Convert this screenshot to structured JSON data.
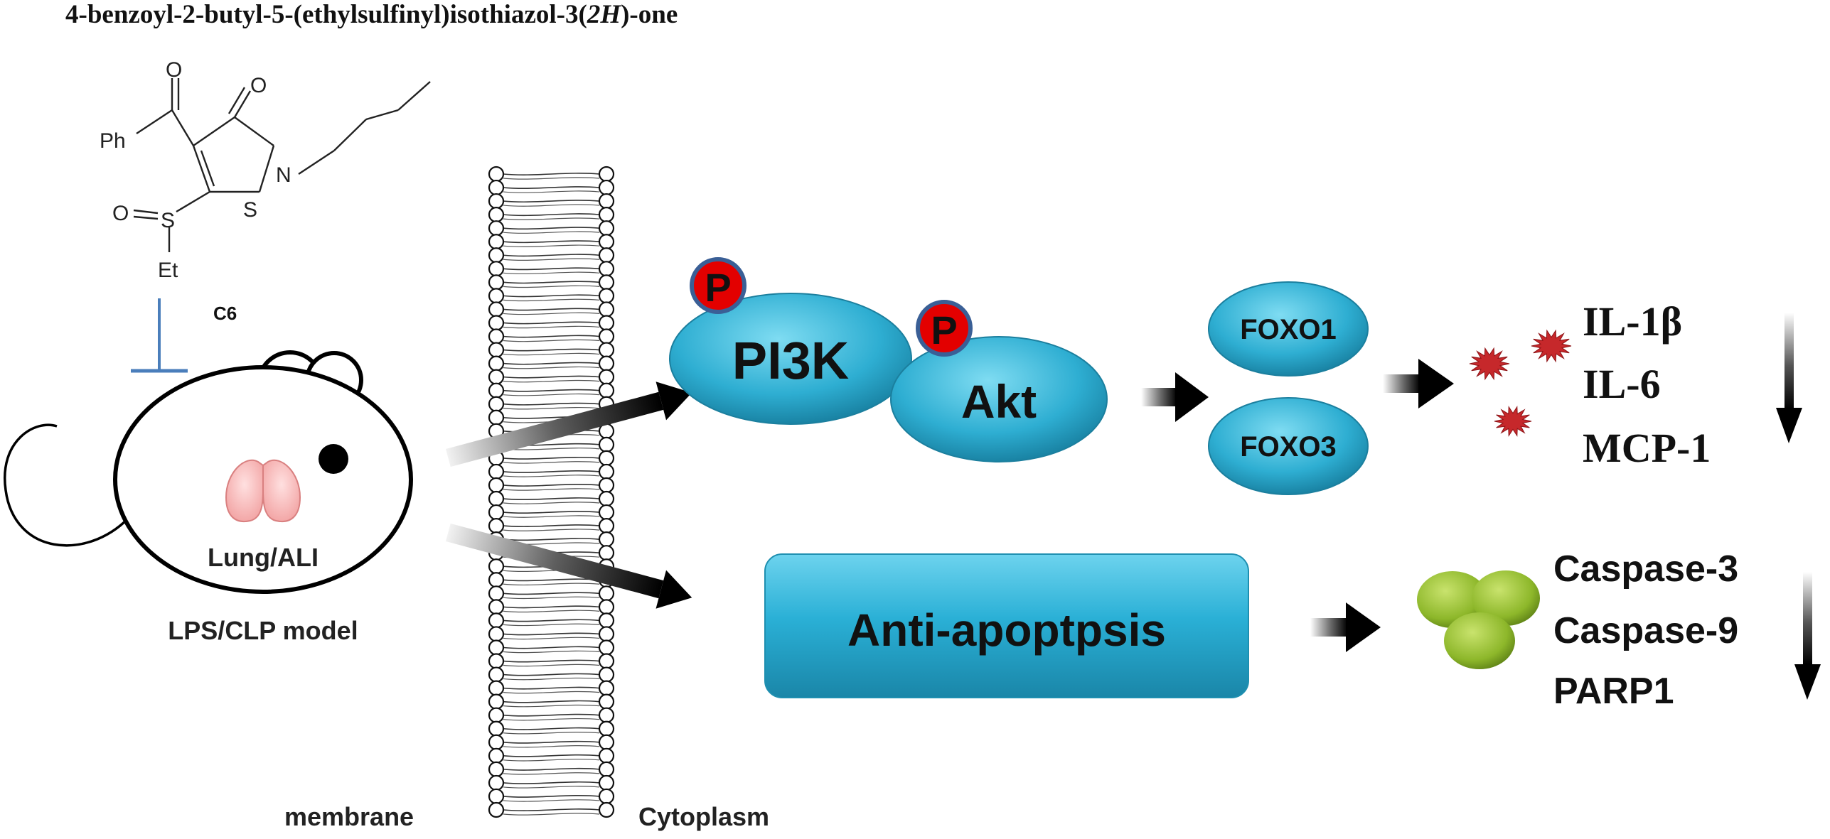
{
  "compound": {
    "title_prefix": "4-benzoyl-2-butyl-5-(ethylsulfinyl)isothiazol-3(",
    "title_italic": "2H",
    "title_suffix": ")-one",
    "label": "C6",
    "atoms": {
      "ketone_o": "O",
      "amide_o": "O",
      "phenyl": "Ph",
      "nitrogen": "N",
      "sulfur_ring": "S",
      "sulfoxide_o": "O",
      "sulfoxide_s": "S",
      "ethyl": "Et"
    }
  },
  "mouse": {
    "organ_label": "Lung/ALI",
    "model_label": "LPS/CLP model"
  },
  "membrane": {
    "label": "membrane",
    "cytoplasm_label": "Cytoplasm"
  },
  "pathway": {
    "phospho_label": "P",
    "pi3k": "PI3K",
    "akt": "Akt",
    "foxo1": "FOXO1",
    "foxo3": "FOXO3",
    "apoptosis_box": "Anti-apoptpsis"
  },
  "cytokines": [
    "IL-1β",
    "IL-6",
    "MCP-1"
  ],
  "apoptosis_markers": [
    "Caspase-3",
    "Caspase-9",
    "PARP1"
  ],
  "colors": {
    "protein": "#2ba6c9",
    "protein_light": "#6fd0ea",
    "phospho": "#e30000",
    "cytokine": "#c6282b",
    "cells": "#8db72a",
    "inhibit_line": "#4a7ebb"
  }
}
